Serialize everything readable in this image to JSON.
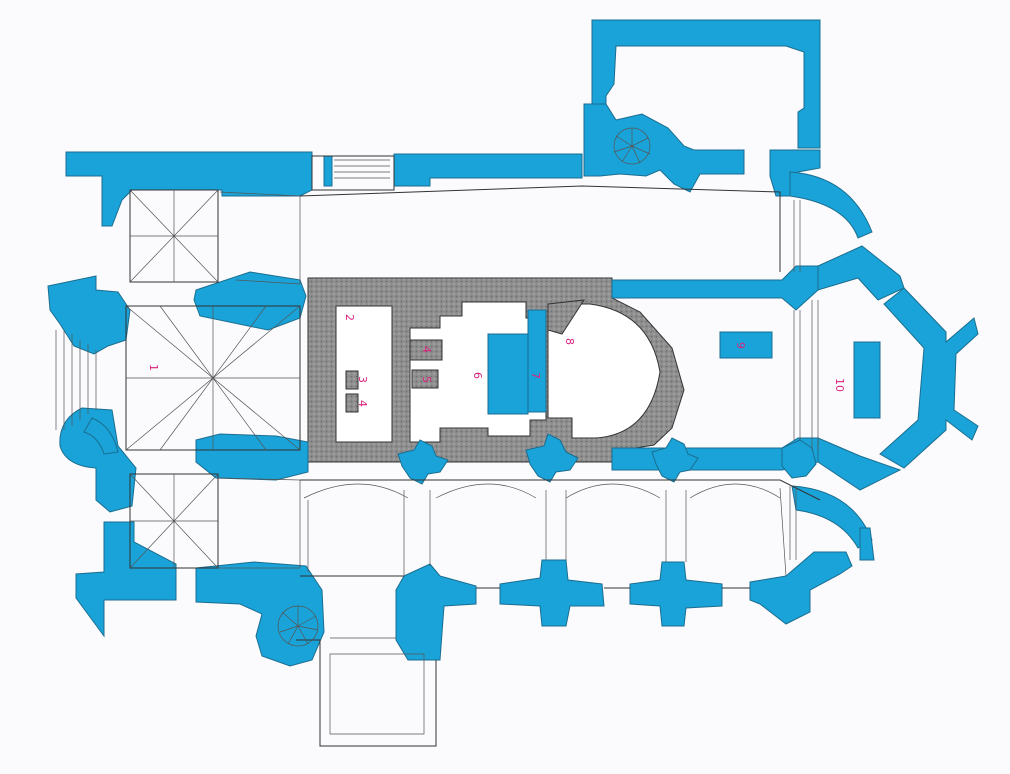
{
  "colors": {
    "wall": "#1aa3d8",
    "hatched_area": "#8f8f8f",
    "outline": "#333333",
    "label": "#d9237f",
    "background": "#fbfbfd"
  },
  "labels": {
    "l1": "1",
    "l2": "2",
    "l3": "3",
    "l4a": "4",
    "l4b": "4",
    "l5": "5",
    "l6": "6",
    "l7": "7",
    "l8": "8",
    "l9": "9",
    "l10": "10"
  }
}
